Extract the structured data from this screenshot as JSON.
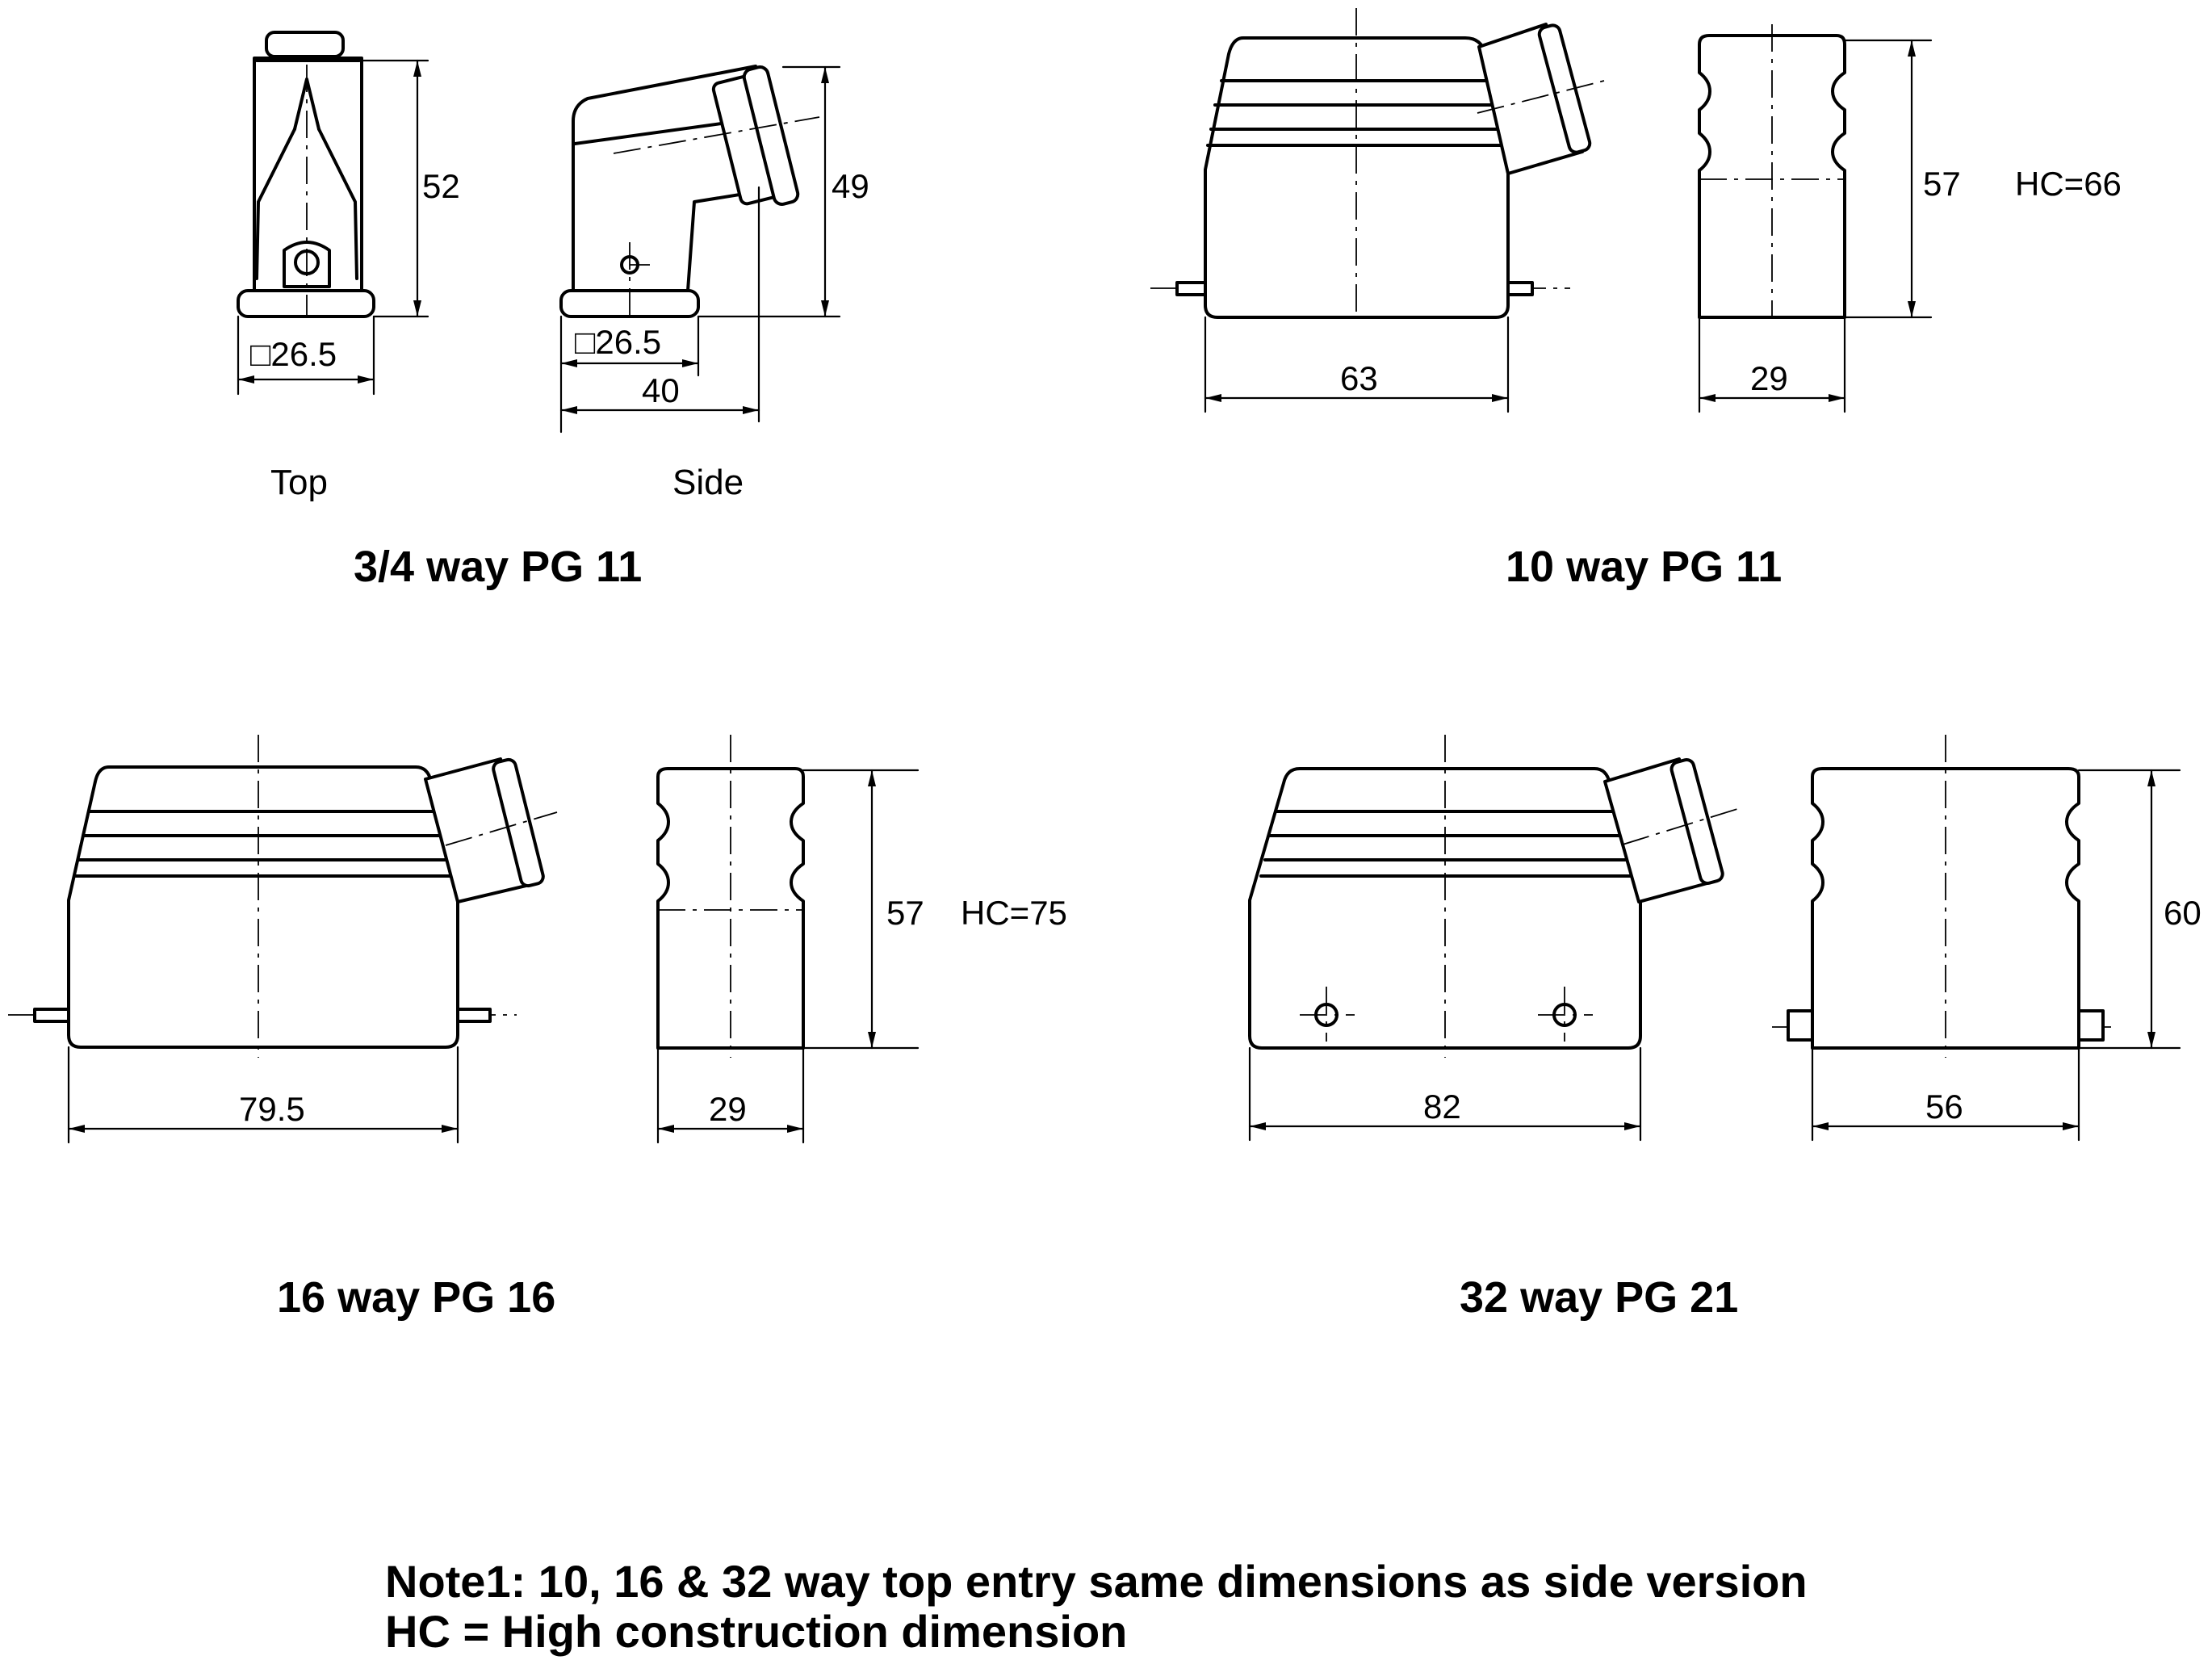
{
  "panels": {
    "p34": {
      "title": "3/4 way PG 11",
      "view_top": "Top",
      "view_side": "Side",
      "dim_top_height": "52",
      "dim_top_square": "□26.5",
      "dim_side_height": "49",
      "dim_side_square": "□26.5",
      "dim_side_width": "40"
    },
    "p10": {
      "title": "10 way PG 11",
      "dim_width": "63",
      "dim_height": "57",
      "dim_depth": "29",
      "hc": "HC=66"
    },
    "p16": {
      "title": "16 way PG 16",
      "dim_width": "79.5",
      "dim_height": "57",
      "dim_depth": "29",
      "hc": "HC=75"
    },
    "p32": {
      "title": "32 way PG 21",
      "dim_width": "82",
      "dim_height": "60",
      "dim_depth": "56"
    }
  },
  "notes": {
    "line1": "Note1: 10, 16 & 32 way top entry same dimensions as side version",
    "line2": "HC = High construction dimension"
  }
}
